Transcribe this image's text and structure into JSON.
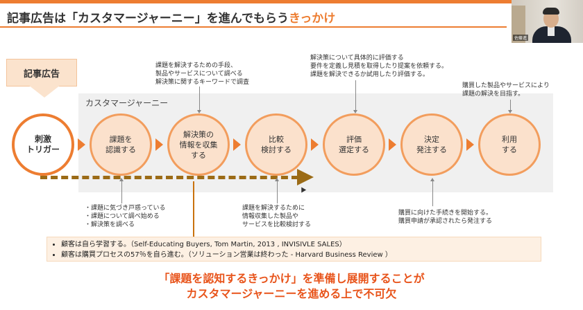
{
  "title": {
    "main": "記事広告は「カスタマージャーニー」を進んでもらう",
    "accent": "きっかけ"
  },
  "webcam": {
    "name_tag": "佐藤進"
  },
  "badge": {
    "label": "記事広告"
  },
  "journey": {
    "label": "カスタマージャーニー",
    "stages": [
      {
        "label": "刺激\nトリガー"
      },
      {
        "label": "課題を\n認識する"
      },
      {
        "label": "解決策の\n情報を収集\nする"
      },
      {
        "label": "比較\n検討する"
      },
      {
        "label": "評価\n選定する"
      },
      {
        "label": "決定\n発注する"
      },
      {
        "label": "利用\nする"
      }
    ]
  },
  "notes": {
    "collect": [
      "課題を解決するための手段、",
      "製品やサービスについて調べる",
      "解決策に関するキーワードで調査"
    ],
    "evaluate": [
      "解決策について具体的に評価する",
      "要件を定義し見積を取得したり提案を依頼する。",
      "課題を解決できるか試用したり評価する。"
    ],
    "use": [
      "購買した製品やサービスにより",
      "課題の解決を目指す。"
    ],
    "recognize": [
      "・課題に気づき戸惑っている",
      "・課題について調べ始める",
      "・解決策を調べる"
    ],
    "compare": [
      "課題を解決するために",
      "情報収集した製品や",
      "サービスを比較検討する"
    ],
    "decide": [
      "購買に向けた手続きを開始する。",
      "購買申請が承認されたら発注する"
    ]
  },
  "facts": [
    "顧客は自ら学習する。（Self-Educating Buyers, Tom Martin, 2013 , INVISIVLE SALES）",
    "顧客は購買プロセスの57％を自ら進む。（ソリューション営業は終わった - Harvard Business Review ）"
  ],
  "conclusion": [
    "「課題を認知するきっかけ」を準備し展開することが",
    "カスタマージャーニーを進める上で不可欠"
  ],
  "colors": {
    "accent": "#ed7d31",
    "node_fill": "#fbe1cc",
    "dash": "#9b6b16",
    "conclusion": "#e8541b"
  }
}
